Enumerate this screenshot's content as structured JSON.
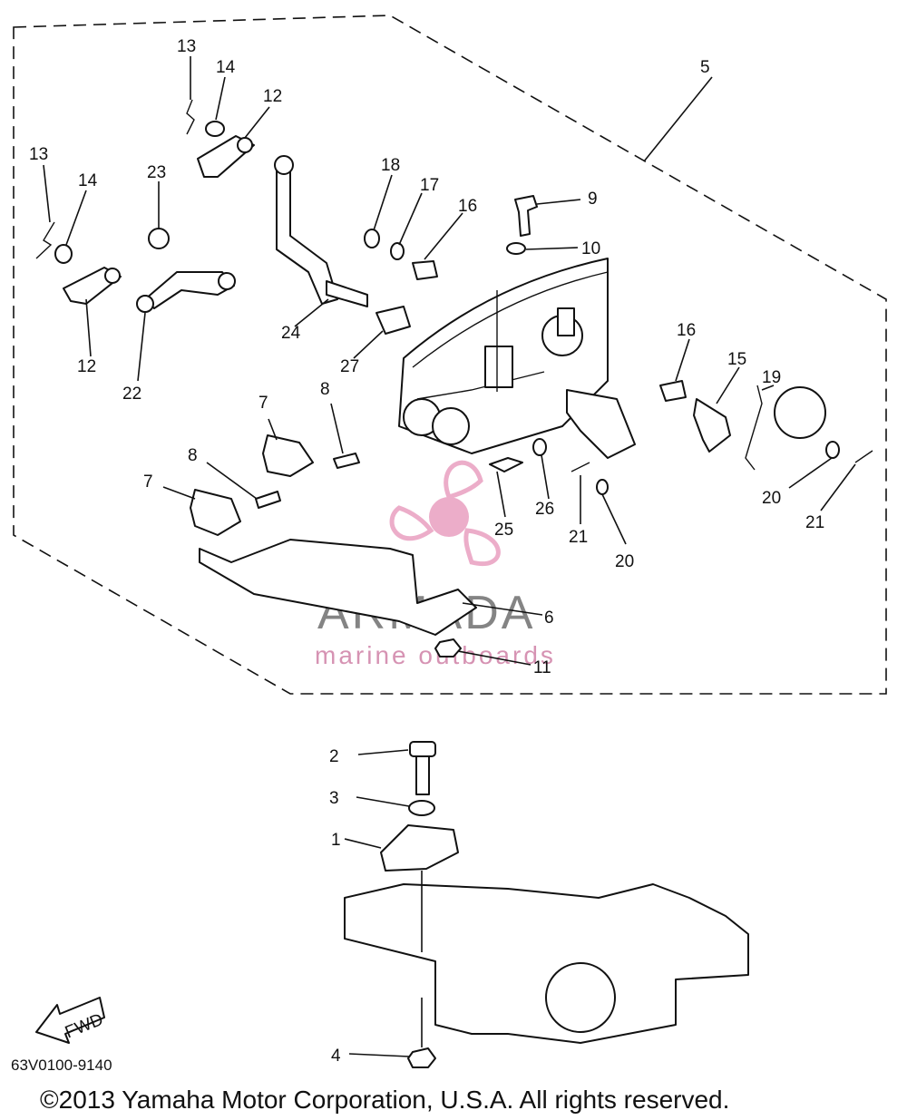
{
  "labels": {
    "l1": "1",
    "l2": "2",
    "l3": "3",
    "l4": "4",
    "l5": "5",
    "l6": "6",
    "l7a": "7",
    "l7b": "7",
    "l8a": "8",
    "l8b": "8",
    "l9": "9",
    "l10": "10",
    "l11": "11",
    "l12a": "12",
    "l12b": "12",
    "l13a": "13",
    "l13b": "13",
    "l14a": "14",
    "l14b": "14",
    "l15": "15",
    "l16a": "16",
    "l16b": "16",
    "l17": "17",
    "l18": "18",
    "l19": "19",
    "l20a": "20",
    "l20b": "20",
    "l21a": "21",
    "l21b": "21",
    "l22": "22",
    "l23": "23",
    "l24": "24",
    "l25": "25",
    "l26": "26",
    "l27": "27"
  },
  "fwd_label": "FWD",
  "reference_code": "63V0100-9140",
  "copyright": "©2013 Yamaha Motor Corporation, U.S.A. All rights reserved.",
  "watermark": {
    "title": "ARMADA",
    "subtitle": "marine outboards",
    "logo_color": "#e48bb3"
  }
}
